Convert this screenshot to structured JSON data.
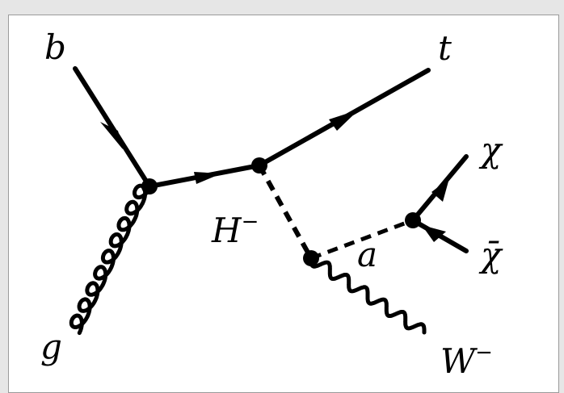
{
  "diagram": {
    "labels": {
      "b": "b",
      "g": "g",
      "t": "t",
      "H": "H",
      "H_charge": "−",
      "a": "a",
      "W": "W",
      "W_charge": "−",
      "chi": "χ",
      "chibar": "χ̄"
    },
    "colors": {
      "background": "#e6e6e6",
      "canvas": "#ffffff",
      "ink": "#000000"
    }
  }
}
